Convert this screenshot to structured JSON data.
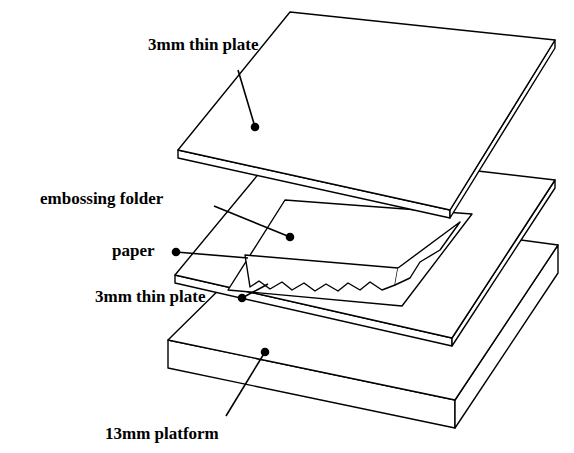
{
  "diagram": {
    "labels": [
      "3mm thin plate",
      "embossing folder",
      "paper",
      "3mm thin plate",
      "13mm platform"
    ]
  }
}
